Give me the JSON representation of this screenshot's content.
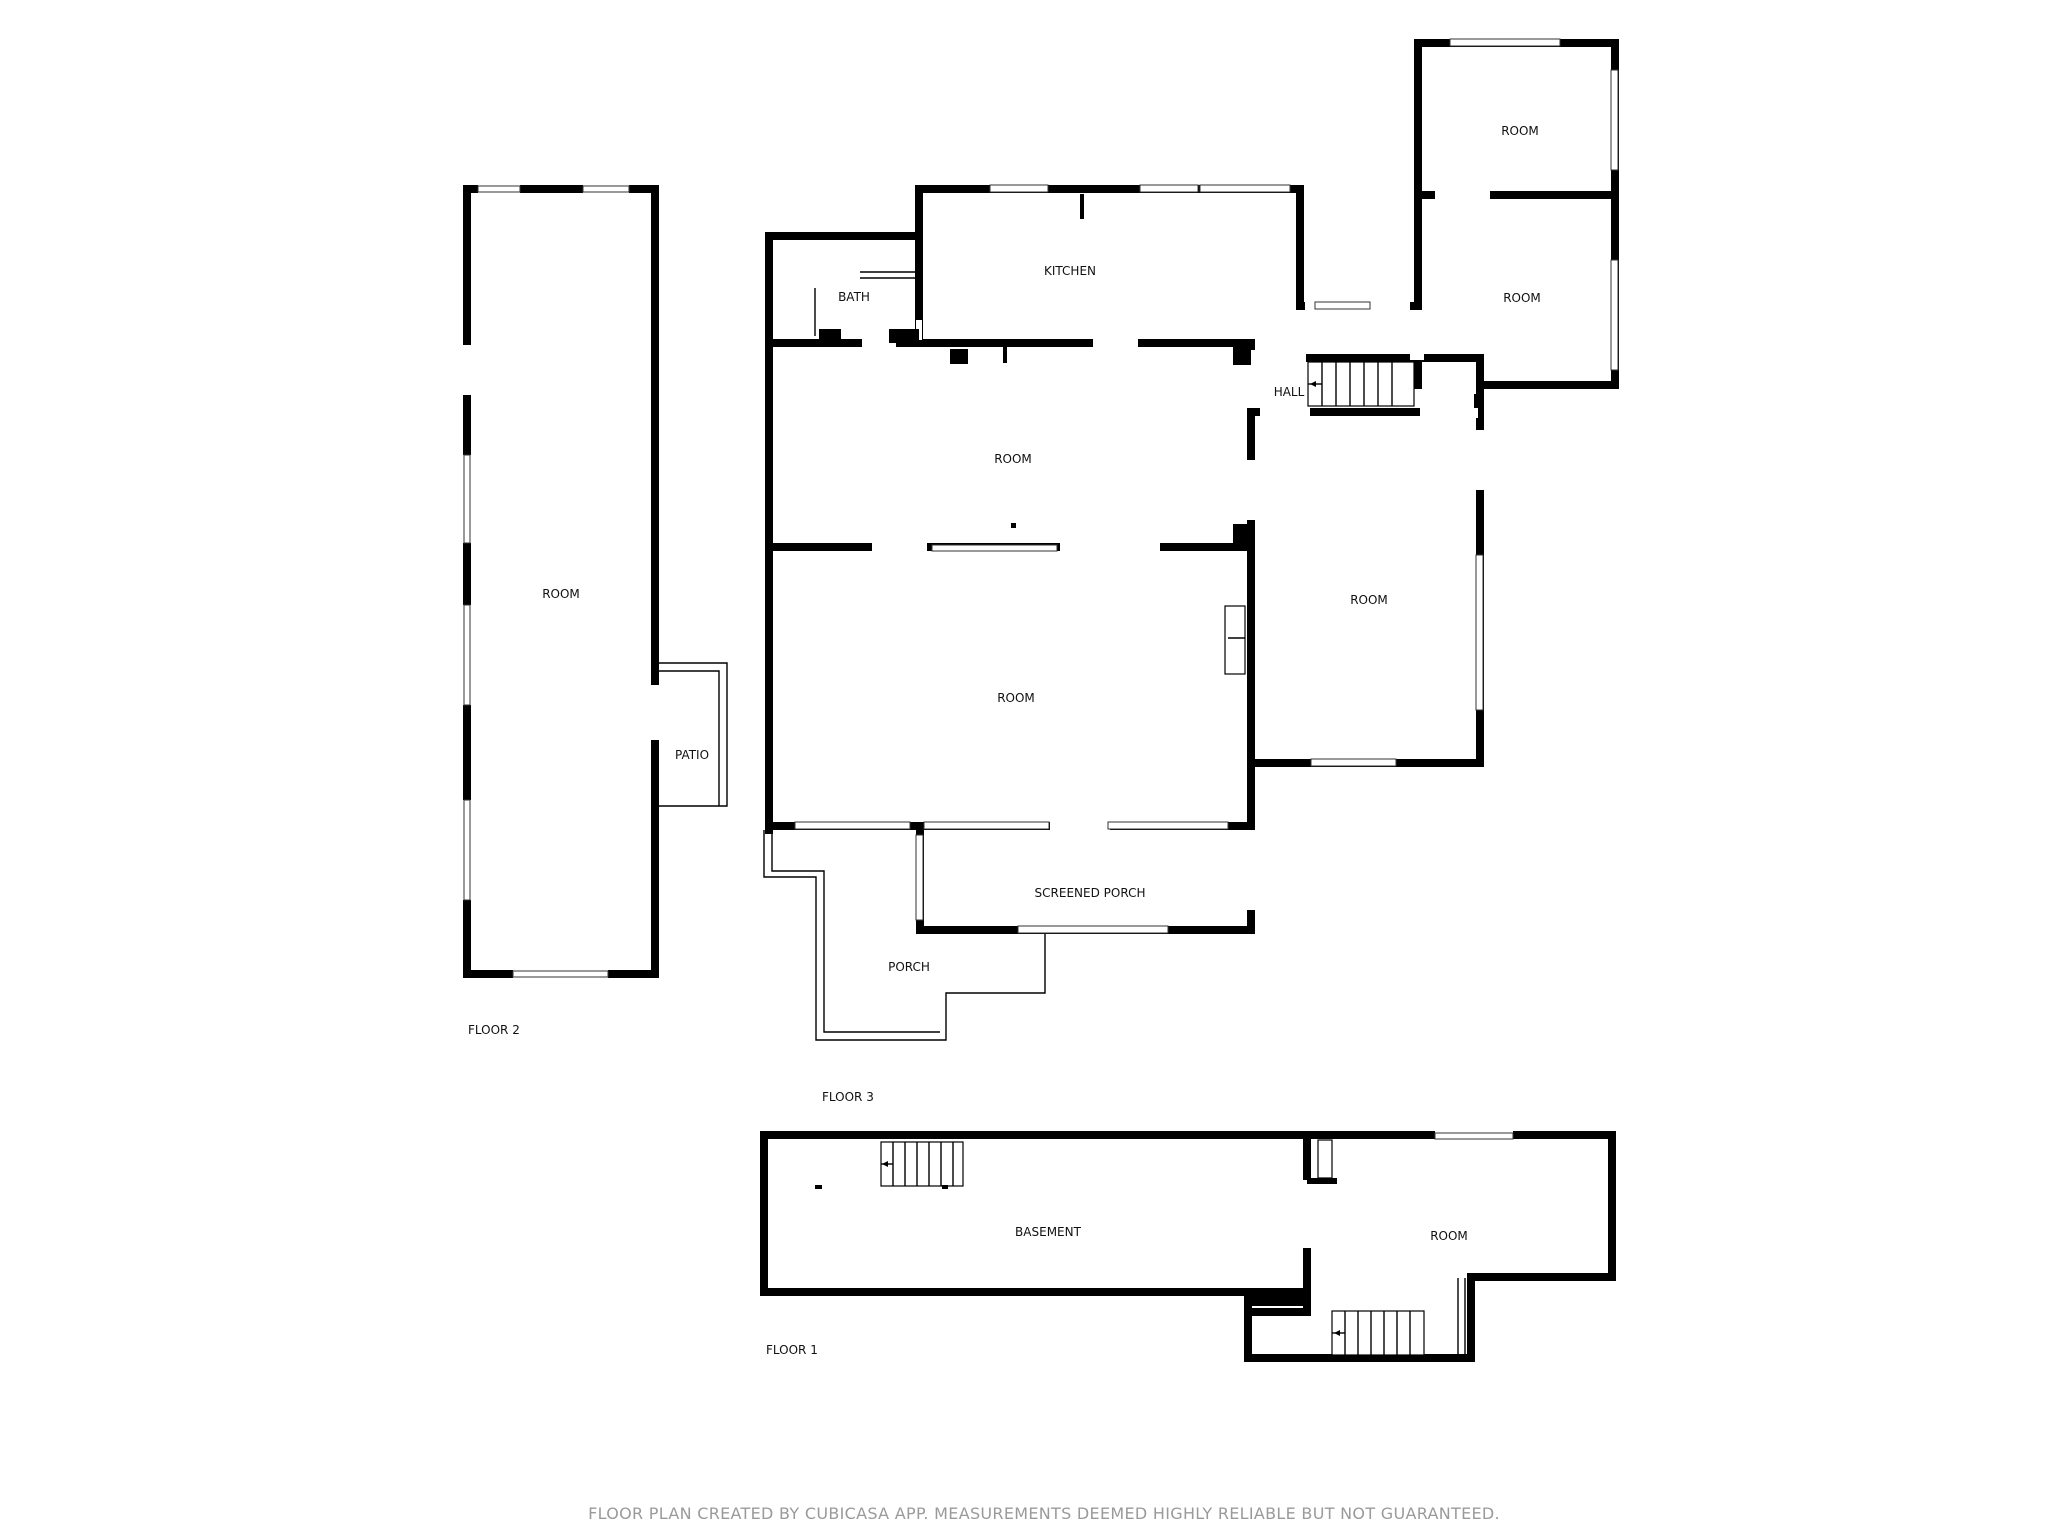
{
  "floors": [
    {
      "name": "FLOOR 2",
      "rooms": [
        "ROOM",
        "PATIO"
      ]
    },
    {
      "name": "FLOOR 3",
      "rooms": [
        "BATH",
        "KITCHEN",
        "ROOM",
        "ROOM",
        "ROOM",
        "HALL",
        "ROOM",
        "ROOM",
        "SCREENED PORCH",
        "PORCH"
      ]
    },
    {
      "name": "FLOOR 1",
      "rooms": [
        "BASEMENT",
        "ROOM"
      ]
    }
  ],
  "footer": "FLOOR PLAN CREATED BY CUBICASA APP. MEASUREMENTS DEEMED HIGHLY RELIABLE BUT NOT GUARANTEED."
}
